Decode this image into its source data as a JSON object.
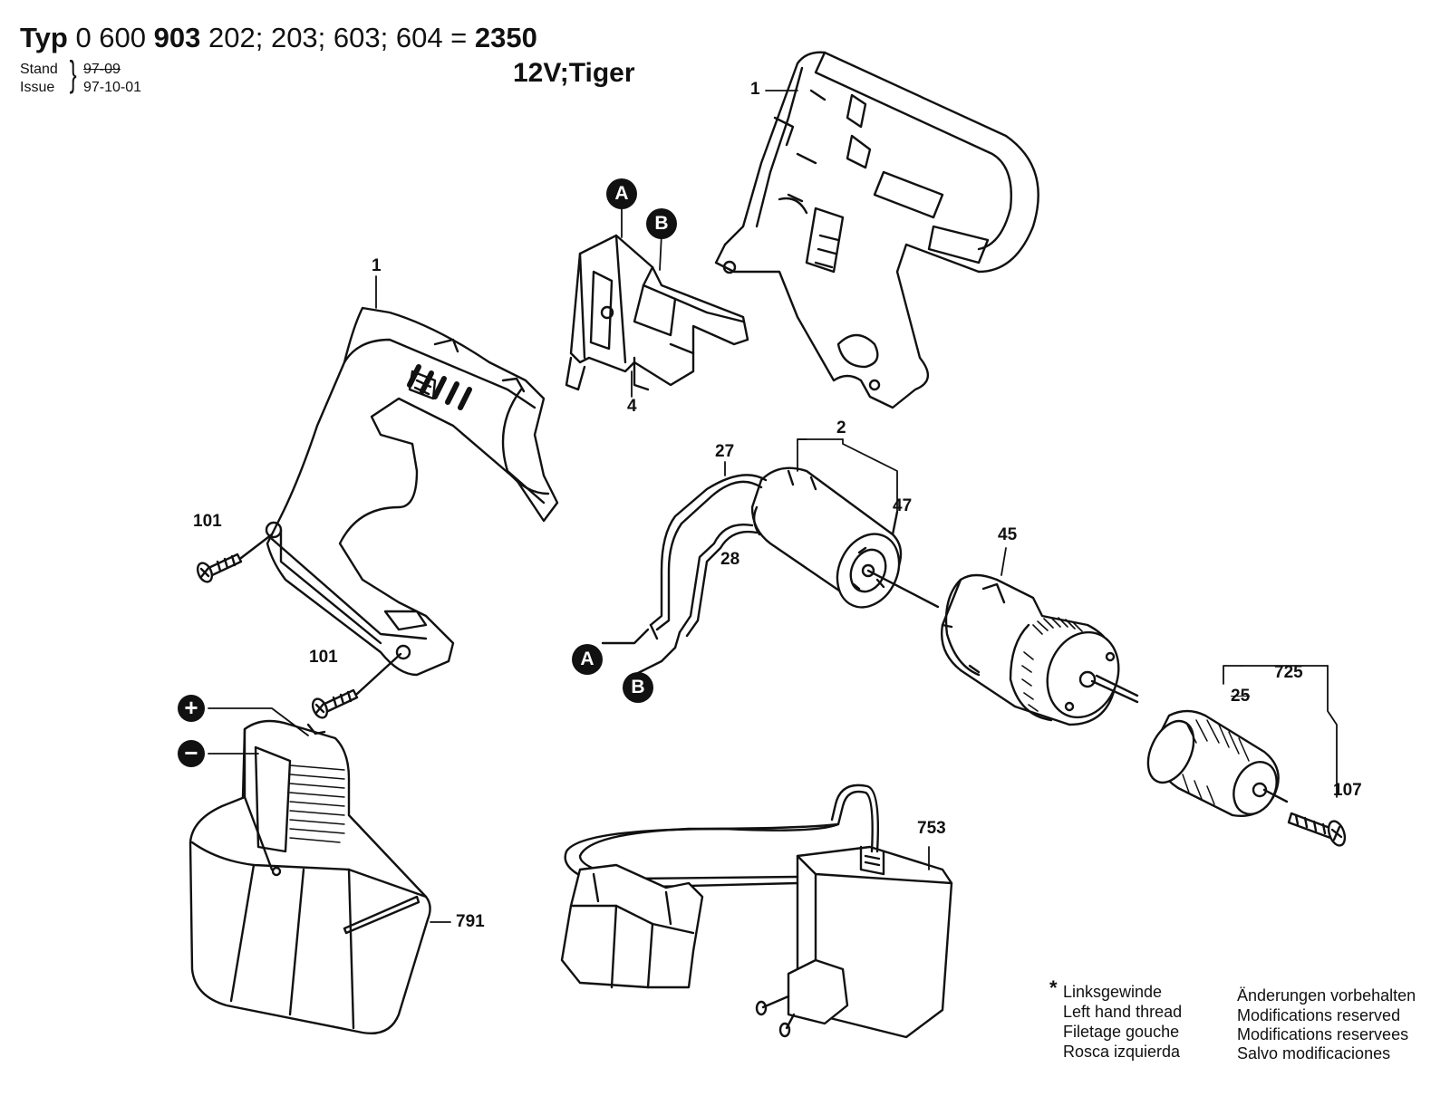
{
  "header": {
    "typ_word": "Typ",
    "part_a": "0 600",
    "part_b": "903",
    "part_c": "202; 203; 603; 604 =",
    "part_d": "2350",
    "subtitle": "12V;Tiger",
    "stand_label": "Stand",
    "stand_value": "97-09",
    "issue_label": "Issue",
    "issue_value": "97-10-01"
  },
  "callouts": {
    "housing_top": "1",
    "housing_left": "1",
    "switch": "4",
    "motor_group": "2",
    "wire_27": "27",
    "wire_28": "28",
    "brush_47": "47",
    "gearbox": "45",
    "chuck_group": "725",
    "chuck_inner": "25",
    "screw_107": "107",
    "screw_101_top": "101",
    "screw_101_bottom": "101",
    "battery": "791",
    "charger": "753"
  },
  "markers": {
    "a": "A",
    "b": "B",
    "plus": "+",
    "minus": "−"
  },
  "notes": {
    "asterisk": "*",
    "thread_de": "Linksgewinde",
    "thread_en": "Left hand thread",
    "thread_fr": "Filetage gouche",
    "thread_es": "Rosca izquierda",
    "mod_de": "Änderungen vorbehalten",
    "mod_en": "Modifications reserved",
    "mod_fr": "Modifications reservees",
    "mod_es": "Salvo modificaciones"
  }
}
